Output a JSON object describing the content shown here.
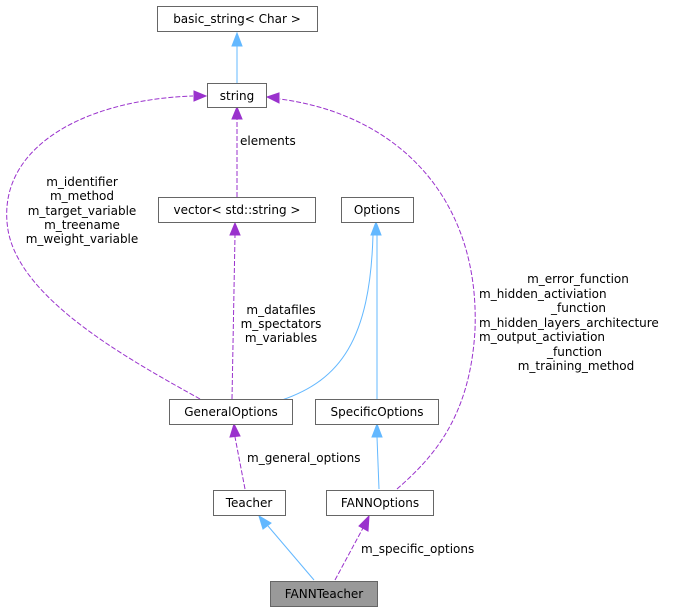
{
  "diagram": {
    "type": "collaboration-graph",
    "focus_node": "FANNTeacher",
    "colors": {
      "inheritance_edge": "#63b8ff",
      "usage_edge": "#9a32cd",
      "focus_fill": "#999999",
      "node_border": "#666666"
    },
    "nodes": {
      "basic_string": "basic_string< Char >",
      "string": "string",
      "vector": "vector< std::string >",
      "options": "Options",
      "general_options": "GeneralOptions",
      "specific_options": "SpecificOptions",
      "teacher": "Teacher",
      "fann_options": "FANNOptions",
      "fann_teacher": "FANNTeacher"
    },
    "edge_labels": {
      "elements": [
        "elements"
      ],
      "general_to_string": [
        "m_identifier",
        "m_method",
        "m_target_variable",
        "m_treename",
        "m_weight_variable"
      ],
      "general_to_vector": [
        "m_datafiles",
        "m_spectators",
        "m_variables"
      ],
      "fann_to_string": [
        "m_error_function",
        "m_hidden_activiation",
        "_function",
        "m_hidden_layers_architecture",
        "m_output_activiation",
        "_function",
        "m_training_method"
      ],
      "teacher_to_general": [
        "m_general_options"
      ],
      "fannteacher_to_fannoptions": [
        "m_specific_options"
      ]
    },
    "edges": [
      {
        "from": "string",
        "to": "basic_string",
        "kind": "inheritance"
      },
      {
        "from": "vector",
        "to": "string",
        "kind": "usage",
        "label": "elements"
      },
      {
        "from": "general_options",
        "to": "string",
        "kind": "usage",
        "label": "general_to_string"
      },
      {
        "from": "general_options",
        "to": "vector",
        "kind": "usage",
        "label": "general_to_vector"
      },
      {
        "from": "general_options",
        "to": "options",
        "kind": "inheritance"
      },
      {
        "from": "specific_options",
        "to": "options",
        "kind": "inheritance"
      },
      {
        "from": "fann_options",
        "to": "specific_options",
        "kind": "inheritance"
      },
      {
        "from": "fann_options",
        "to": "string",
        "kind": "usage",
        "label": "fann_to_string"
      },
      {
        "from": "teacher",
        "to": "general_options",
        "kind": "usage",
        "label": "teacher_to_general"
      },
      {
        "from": "fann_teacher",
        "to": "teacher",
        "kind": "inheritance"
      },
      {
        "from": "fann_teacher",
        "to": "fann_options",
        "kind": "usage",
        "label": "fannteacher_to_fannoptions"
      }
    ]
  }
}
